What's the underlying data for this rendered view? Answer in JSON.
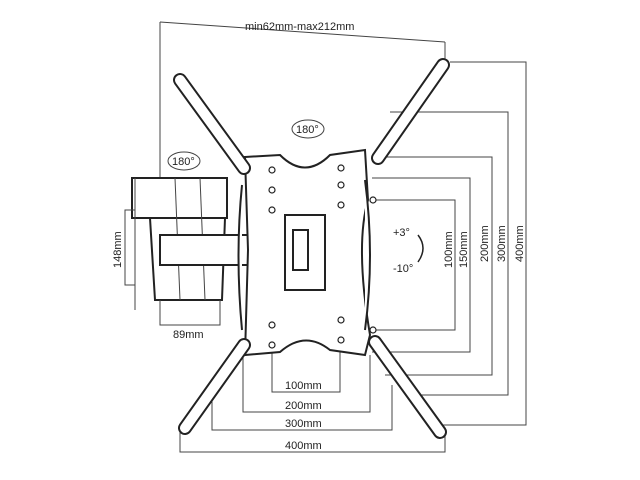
{
  "title_dimension": "min62mm-max212mm",
  "rotation_labels": {
    "swivel_top": "180°",
    "swivel_left": "180°"
  },
  "tilt_labels": {
    "up": "+3°",
    "down": "-10°"
  },
  "vertical_vesa": [
    "100mm",
    "150mm",
    "200mm",
    "300mm",
    "400mm"
  ],
  "horizontal_vesa": [
    "100mm",
    "200mm",
    "300mm",
    "400mm"
  ],
  "arm_height": "148mm",
  "arm_width": "89mm"
}
